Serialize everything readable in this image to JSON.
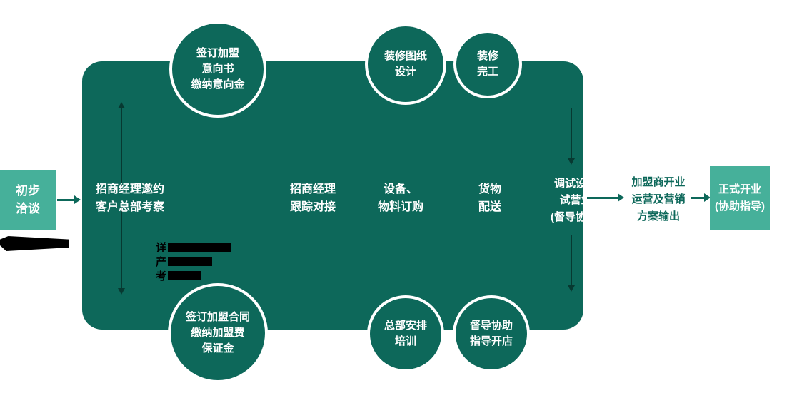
{
  "palette": {
    "dark_teal": "#0d685a",
    "light_teal": "#46b09a",
    "white": "#ffffff",
    "black": "#000000"
  },
  "start_box": {
    "line1": "初步",
    "line2": "洽谈"
  },
  "main_stages": [
    {
      "line1": "招商经理邀约",
      "line2": "客户总部考察"
    },
    {
      "line1": "招商经理",
      "line2": "跟踪对接"
    },
    {
      "line1": "设备、",
      "line2": "物料订购"
    },
    {
      "line1": "货物",
      "line2": "配送"
    },
    {
      "line1": "调试设备",
      "line2": "试营业",
      "line3": "(督导协助)"
    }
  ],
  "top_circles": [
    {
      "line1": "签订加盟",
      "line2": "意向书",
      "line3": "缴纳意向金"
    },
    {
      "line1": "装修图纸",
      "line2": "设计"
    },
    {
      "line1": "装修",
      "line2": "完工"
    }
  ],
  "bottom_circles": [
    {
      "line1": "签订加盟合同",
      "line2": "缴纳加盟费",
      "line3": "保证金"
    },
    {
      "line1": "总部安排",
      "line2": "培训"
    },
    {
      "line1": "督导协助",
      "line2": "指导开店"
    }
  ],
  "output_box": {
    "line1": "加盟商开业",
    "line2": "运营及营销",
    "line3": "方案输出"
  },
  "final_box": {
    "line1": "正式开业",
    "line2": "(协助指导)"
  },
  "artifacts": {
    "fragment_char1": "详",
    "fragment_char2": "产",
    "fragment_char3": "考"
  }
}
